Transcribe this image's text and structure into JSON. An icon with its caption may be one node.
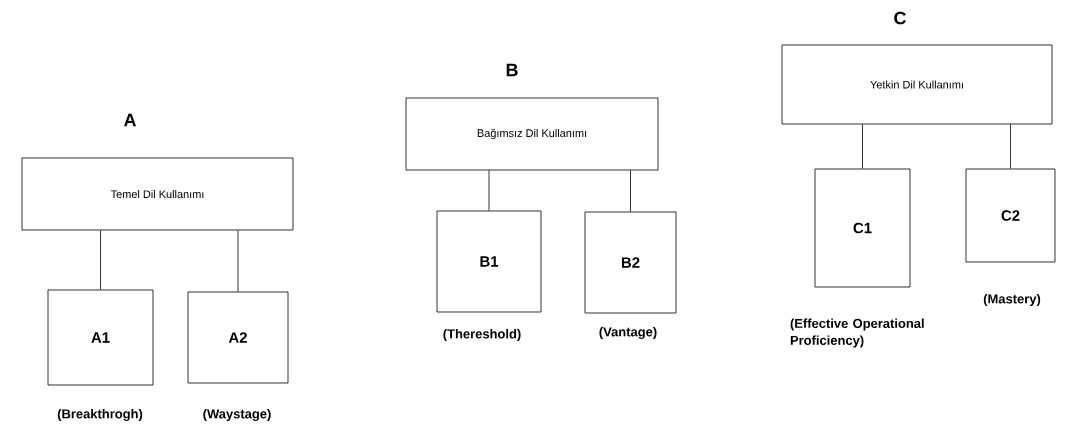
{
  "diagram": {
    "nodes": [
      {
        "text": [
          "A",
          "Temel Dil Kullanımı"
        ]
      },
      {
        "text": [
          "A1"
        ],
        "beside": [
          "(Breakthrogh)"
        ]
      },
      {
        "text": [
          "A2"
        ],
        "beside": [
          "(Waystage)"
        ]
      },
      {
        "text": [
          "B",
          "Bağımsız Dil Kullanımı"
        ]
      },
      {
        "text": [
          "B1"
        ],
        "beside": [
          "(Thereshold)"
        ]
      },
      {
        "text": [
          "B2"
        ],
        "beside": [
          "(Vantage)"
        ]
      },
      {
        "text": [
          "C",
          "Yetkin Dil Kullanımı"
        ]
      },
      {
        "text": [
          "C1"
        ],
        "beside": [
          "(Effective Operational Proficiency)"
        ]
      },
      {
        "text": [
          "C2"
        ],
        "beside": [
          "(Mastery)"
        ]
      }
    ],
    "edges": [
      {
        "from": 0,
        "to": 1,
        "arrow": "none"
      },
      {
        "from": 0,
        "to": 2,
        "arrow": "none"
      },
      {
        "from": 3,
        "to": 4,
        "arrow": "none"
      },
      {
        "from": 3,
        "to": 5,
        "arrow": "none"
      },
      {
        "from": 6,
        "to": 7,
        "arrow": "none"
      },
      {
        "from": 6,
        "to": 8,
        "arrow": "none"
      }
    ]
  }
}
